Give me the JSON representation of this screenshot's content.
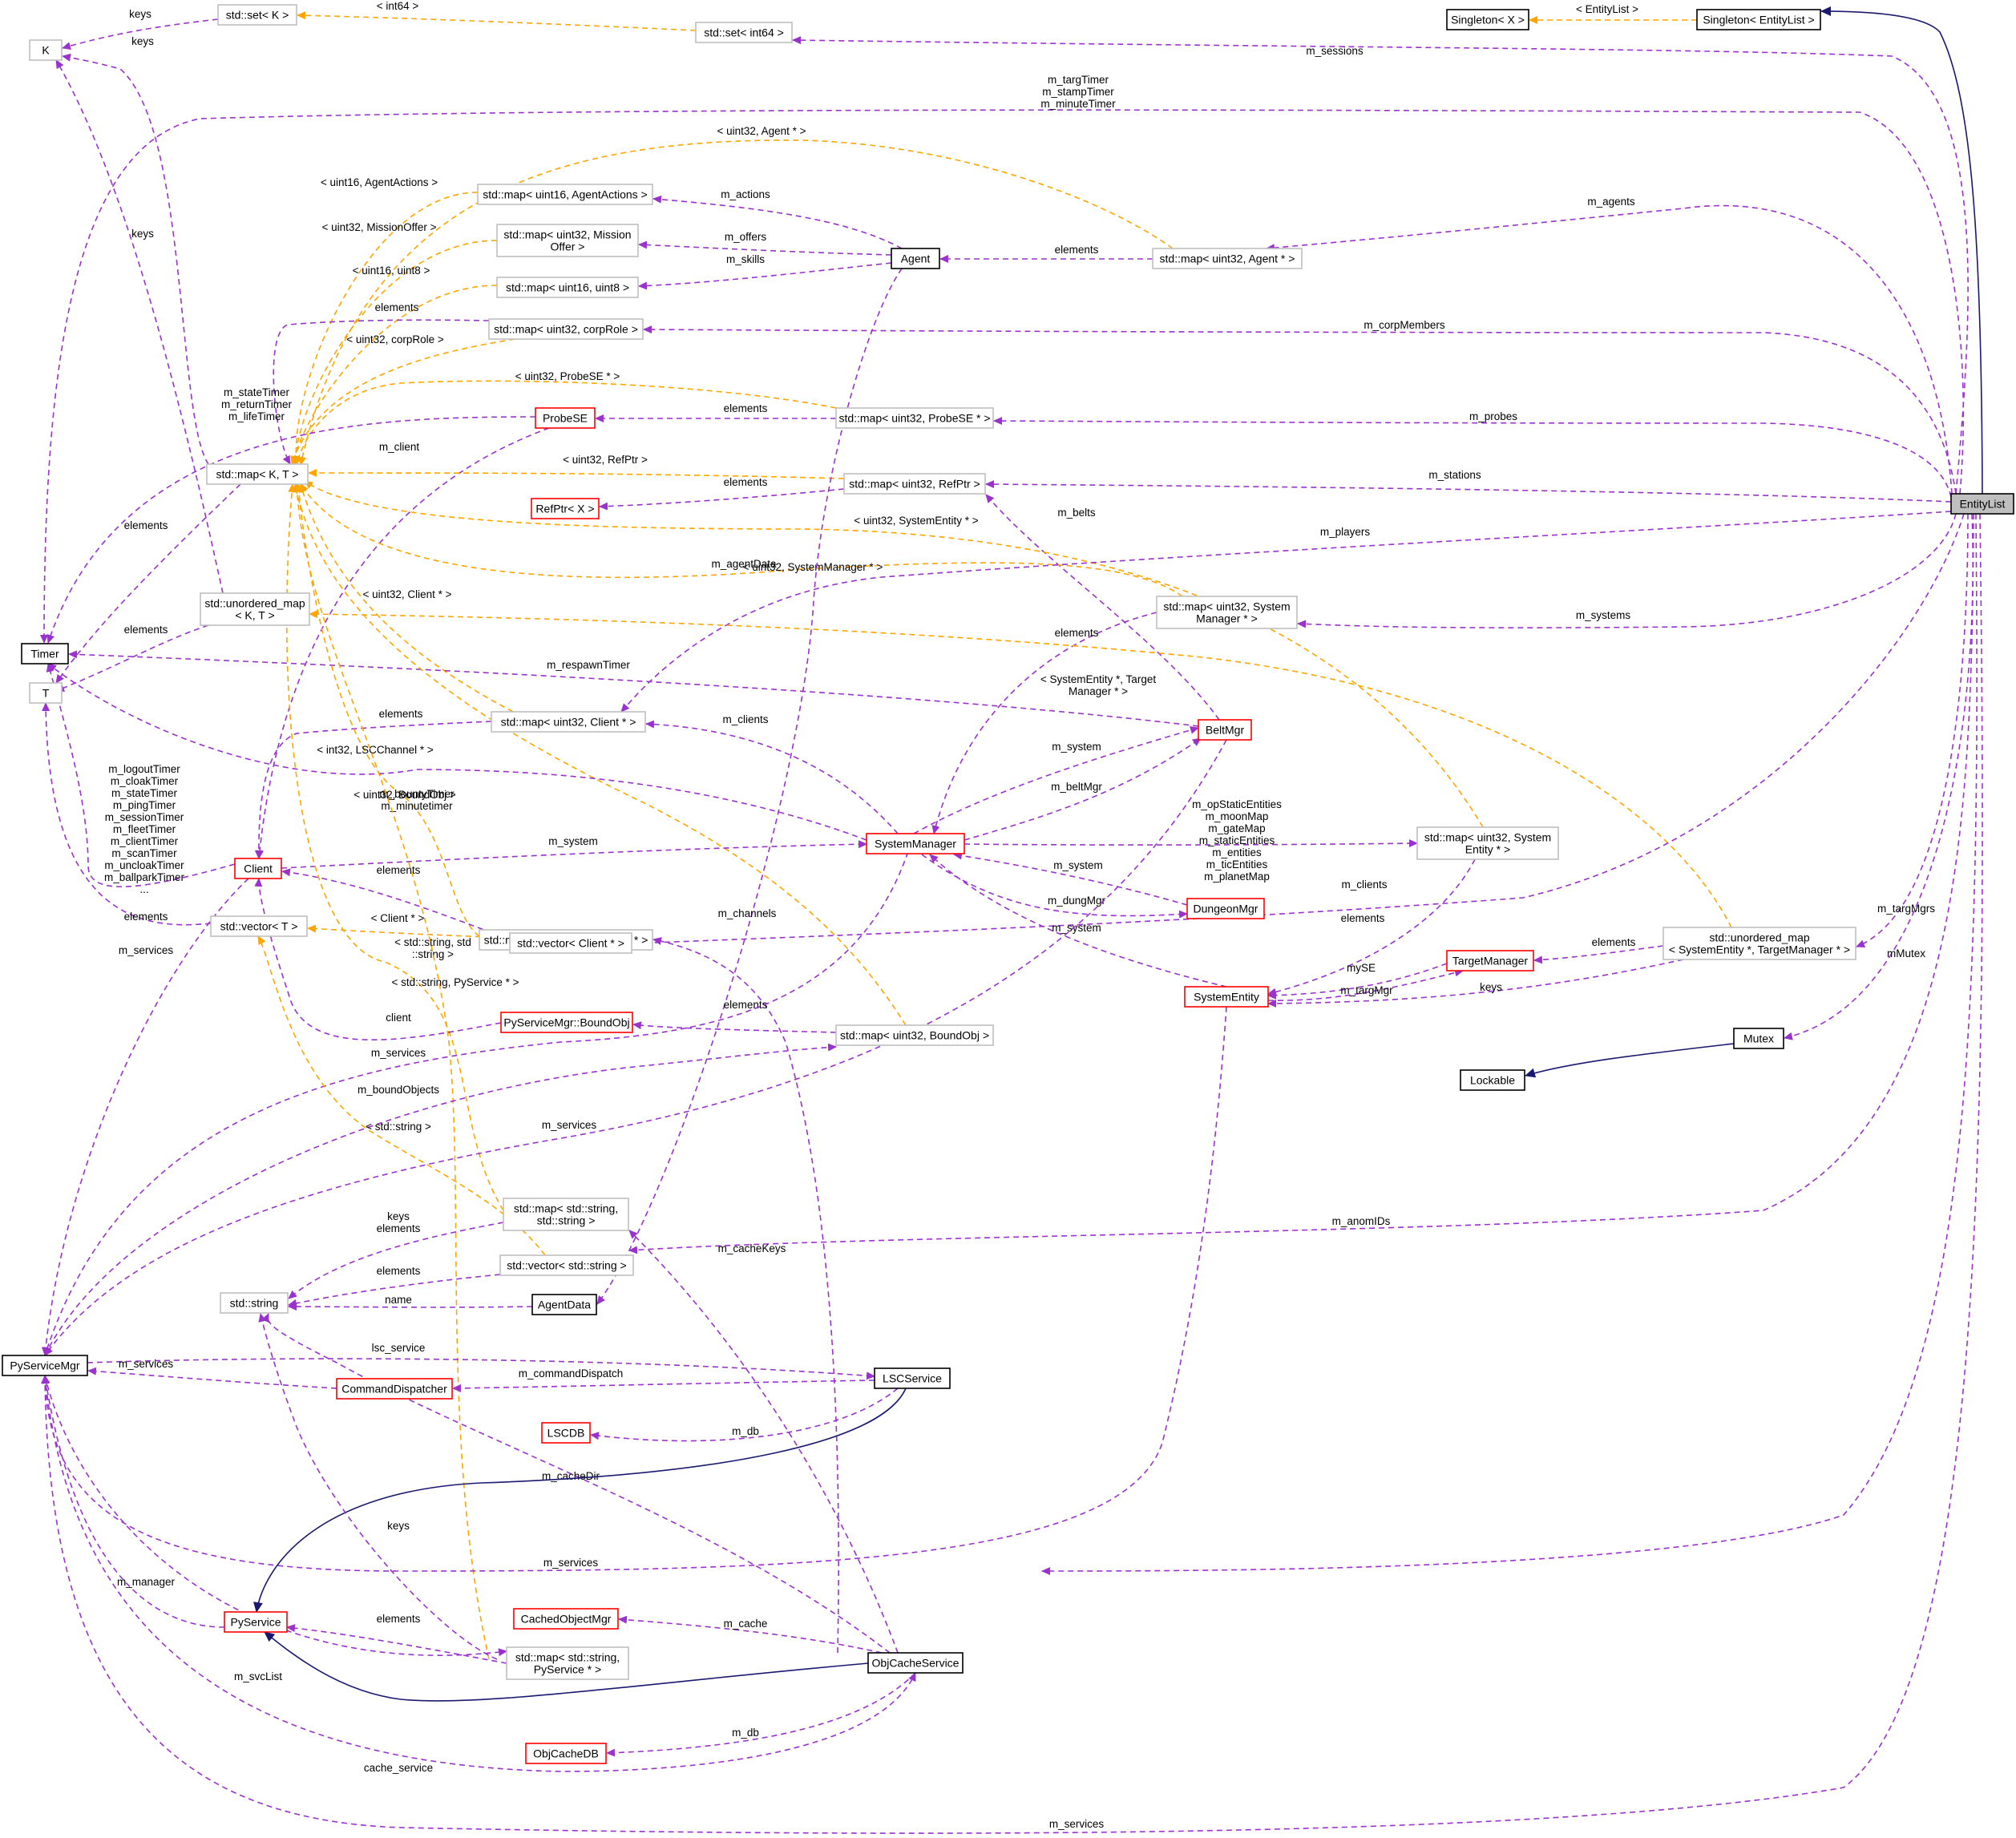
{
  "colors": {
    "usage": "#9a32cd",
    "template": "#ffa500",
    "inherit": "#191970",
    "focus_fill": "#bfbfbf",
    "border_black": "#000000",
    "border_gray": "#bfbfbf",
    "border_red": "#ff0000"
  },
  "nodes": {
    "entitylist": {
      "lines": [
        "EntityList"
      ],
      "kind": "focus"
    },
    "singleton_x": {
      "lines": [
        "Singleton< X >"
      ],
      "kind": "black"
    },
    "singleton_el": {
      "lines": [
        "Singleton< EntityList >"
      ],
      "kind": "black"
    },
    "set_k": {
      "lines": [
        "std::set< K >"
      ],
      "kind": "gray"
    },
    "set_int64": {
      "lines": [
        "std::set< int64 >"
      ],
      "kind": "gray"
    },
    "k": {
      "lines": [
        "K"
      ],
      "kind": "gray"
    },
    "map_u16_actions": {
      "lines": [
        "std::map< uint16, AgentActions >"
      ],
      "kind": "gray"
    },
    "map_u32_mission": {
      "lines": [
        "std::map< uint32, Mission",
        "Offer >"
      ],
      "kind": "gray"
    },
    "map_u16_u8": {
      "lines": [
        "std::map< uint16, uint8 >"
      ],
      "kind": "gray"
    },
    "map_u32_corprole": {
      "lines": [
        "std::map< uint32, corpRole >"
      ],
      "kind": "gray"
    },
    "agent": {
      "lines": [
        "Agent"
      ],
      "kind": "black"
    },
    "map_u32_agent": {
      "lines": [
        "std::map< uint32, Agent * >"
      ],
      "kind": "gray"
    },
    "probese": {
      "lines": [
        "ProbeSE"
      ],
      "kind": "red"
    },
    "map_u32_probese": {
      "lines": [
        "std::map< uint32, ProbeSE * >"
      ],
      "kind": "gray"
    },
    "map_kt": {
      "lines": [
        "std::map< K, T >"
      ],
      "kind": "gray"
    },
    "refptr_x": {
      "lines": [
        "RefPtr< X >"
      ],
      "kind": "red"
    },
    "map_u32_refptr": {
      "lines": [
        "std::map< uint32, RefPtr >"
      ],
      "kind": "gray"
    },
    "unordered_kt": {
      "lines": [
        "std::unordered_map",
        "< K, T >"
      ],
      "kind": "gray"
    },
    "map_u32_sysmgr": {
      "lines": [
        "std::map< uint32, System",
        "Manager * >"
      ],
      "kind": "gray"
    },
    "timer": {
      "lines": [
        "Timer"
      ],
      "kind": "black"
    },
    "t": {
      "lines": [
        "T"
      ],
      "kind": "gray"
    },
    "map_u32_client": {
      "lines": [
        "std::map< uint32, Client * >"
      ],
      "kind": "gray"
    },
    "beltmgr": {
      "lines": [
        "BeltMgr"
      ],
      "kind": "red"
    },
    "systemmanager": {
      "lines": [
        "SystemManager"
      ],
      "kind": "red"
    },
    "map_u32_sysentity": {
      "lines": [
        "std::map< uint32, System",
        "Entity * >"
      ],
      "kind": "gray"
    },
    "client": {
      "lines": [
        "Client"
      ],
      "kind": "red"
    },
    "map_i32_lscchannel": {
      "lines": [
        "std::map< int32, LSCChannel * >"
      ],
      "kind": "gray"
    },
    "dungeonmgr": {
      "lines": [
        "DungeonMgr"
      ],
      "kind": "red"
    },
    "unordered_se_tm": {
      "lines": [
        "std::unordered_map",
        "< SystemEntity *, TargetManager * >"
      ],
      "kind": "gray"
    },
    "vector_t": {
      "lines": [
        "std::vector< T >"
      ],
      "kind": "gray"
    },
    "vector_client": {
      "lines": [
        "std::vector< Client * >"
      ],
      "kind": "gray"
    },
    "targetmanager": {
      "lines": [
        "TargetManager"
      ],
      "kind": "red"
    },
    "pysvcmgr_boundobj": {
      "lines": [
        "PyServiceMgr::BoundObj"
      ],
      "kind": "red"
    },
    "systementity": {
      "lines": [
        "SystemEntity"
      ],
      "kind": "red"
    },
    "map_u32_boundobj": {
      "lines": [
        "std::map< uint32, BoundObj >"
      ],
      "kind": "gray"
    },
    "mutex": {
      "lines": [
        "Mutex"
      ],
      "kind": "black"
    },
    "lockable": {
      "lines": [
        "Lockable"
      ],
      "kind": "black"
    },
    "map_str_str": {
      "lines": [
        "std::map< std::string,",
        "std::string >"
      ],
      "kind": "gray"
    },
    "vector_str": {
      "lines": [
        "std::vector< std::string >"
      ],
      "kind": "gray"
    },
    "string": {
      "lines": [
        "std::string"
      ],
      "kind": "gray"
    },
    "agentdata": {
      "lines": [
        "AgentData"
      ],
      "kind": "black"
    },
    "pyservicemgr": {
      "lines": [
        "PyServiceMgr"
      ],
      "kind": "black"
    },
    "lscservice": {
      "lines": [
        "LSCService"
      ],
      "kind": "black"
    },
    "commanddispatcher": {
      "lines": [
        "CommandDispatcher"
      ],
      "kind": "red"
    },
    "lscdb": {
      "lines": [
        "LSCDB"
      ],
      "kind": "red"
    },
    "pyservice": {
      "lines": [
        "PyService"
      ],
      "kind": "red"
    },
    "cachedobjectmgr": {
      "lines": [
        "CachedObjectMgr"
      ],
      "kind": "red"
    },
    "map_str_pyservice": {
      "lines": [
        "std::map< std::string,",
        "PyService * >"
      ],
      "kind": "gray"
    },
    "objcacheservice": {
      "lines": [
        "ObjCacheService"
      ],
      "kind": "black"
    },
    "objcachedb": {
      "lines": [
        "ObjCacheDB"
      ],
      "kind": "red"
    }
  },
  "edges": {
    "el_singleton": {
      "kind": "inherit",
      "lines": []
    },
    "singleton_tmpl": {
      "kind": "template",
      "lines": [
        "< EntityList >"
      ]
    },
    "set_int64_tmpl": {
      "kind": "template",
      "lines": [
        "< int64 >"
      ]
    },
    "set_k_keys": {
      "kind": "usage",
      "lines": [
        "keys"
      ]
    },
    "m_sessions": {
      "kind": "usage",
      "lines": [
        "m_sessions"
      ]
    },
    "el_timer": {
      "kind": "usage",
      "lines": [
        "m_targTimer",
        "m_stampTimer",
        "m_minuteTimer"
      ]
    },
    "map_kt_keys": {
      "kind": "usage",
      "lines": [
        "keys"
      ]
    },
    "unordered_keys": {
      "kind": "usage",
      "lines": [
        "keys"
      ]
    },
    "tmpl_agent": {
      "kind": "template",
      "lines": [
        "< uint32, Agent * >"
      ]
    },
    "m_agents": {
      "kind": "usage",
      "lines": [
        "m_agents"
      ]
    },
    "agent_elements": {
      "kind": "usage",
      "lines": [
        "elements"
      ]
    },
    "m_actions": {
      "kind": "usage",
      "lines": [
        "m_actions"
      ]
    },
    "m_offers": {
      "kind": "usage",
      "lines": [
        "m_offers"
      ]
    },
    "m_skills": {
      "kind": "usage",
      "lines": [
        "m_skills"
      ]
    },
    "tmpl_actions": {
      "kind": "template",
      "lines": [
        "< uint16, AgentActions >"
      ]
    },
    "tmpl_mission": {
      "kind": "template",
      "lines": [
        "< uint32, MissionOffer >"
      ]
    },
    "tmpl_u8": {
      "kind": "template",
      "lines": [
        "< uint16, uint8 >"
      ]
    },
    "corprole_elements": {
      "kind": "usage",
      "lines": [
        "elements"
      ]
    },
    "tmpl_corprole": {
      "kind": "template",
      "lines": [
        "< uint32, corpRole >"
      ]
    },
    "m_corpmembers": {
      "kind": "usage",
      "lines": [
        "m_corpMembers"
      ]
    },
    "tmpl_probese": {
      "kind": "template",
      "lines": [
        "< uint32, ProbeSE * >"
      ]
    },
    "probese_timer": {
      "kind": "usage",
      "lines": [
        "m_stateTimer",
        "m_returnTimer",
        "m_lifeTimer"
      ]
    },
    "probese_elements": {
      "kind": "usage",
      "lines": [
        "elements"
      ]
    },
    "m_probes": {
      "kind": "usage",
      "lines": [
        "m_probes"
      ]
    },
    "probese_client": {
      "kind": "usage",
      "lines": [
        "m_client"
      ]
    },
    "tmpl_refptr": {
      "kind": "template",
      "lines": [
        "< uint32, RefPtr >"
      ]
    },
    "refptr_elements": {
      "kind": "usage",
      "lines": [
        "elements"
      ]
    },
    "m_stations": {
      "kind": "usage",
      "lines": [
        "m_stations"
      ]
    },
    "m_belts": {
      "kind": "usage",
      "lines": [
        "m_belts"
      ]
    },
    "tmpl_sysentity": {
      "kind": "template",
      "lines": [
        "< uint32, SystemEntity * >"
      ]
    },
    "tmpl_sysmgr": {
      "kind": "template",
      "lines": [
        "< uint32, SystemManager * >"
      ]
    },
    "m_players": {
      "kind": "usage",
      "lines": [
        "m_players"
      ]
    },
    "m_agentdata": {
      "kind": "usage",
      "lines": [
        "m_agentData"
      ]
    },
    "map_kt_elements": {
      "kind": "usage",
      "lines": [
        "elements"
      ]
    },
    "unordered_elements": {
      "kind": "usage",
      "lines": [
        "elements"
      ]
    },
    "tmpl_client": {
      "kind": "template",
      "lines": [
        "< uint32, Client * >"
      ]
    },
    "sysmgr_elements": {
      "kind": "usage",
      "lines": [
        "elements"
      ]
    },
    "m_systems": {
      "kind": "usage",
      "lines": [
        "m_systems"
      ]
    },
    "tmpl_se_tm": {
      "kind": "template",
      "lines": [
        "< SystemEntity *, Target",
        "Manager * >"
      ]
    },
    "m_respawntimer": {
      "kind": "usage",
      "lines": [
        "m_respawnTimer"
      ]
    },
    "client_elements": {
      "kind": "usage",
      "lines": [
        "elements"
      ]
    },
    "m_clients_sm": {
      "kind": "usage",
      "lines": [
        "m_clients"
      ]
    },
    "tmpl_lsc": {
      "kind": "template",
      "lines": [
        "< int32, LSCChannel * >"
      ]
    },
    "tmpl_boundobj": {
      "kind": "template",
      "lines": [
        "< uint32, BoundObj >"
      ]
    },
    "sm_timer": {
      "kind": "usage",
      "lines": [
        "m_bountyTimer",
        "m_minutetimer"
      ]
    },
    "m_system_belt": {
      "kind": "usage",
      "lines": [
        "m_system"
      ]
    },
    "m_beltmgr": {
      "kind": "usage",
      "lines": [
        "m_beltMgr"
      ]
    },
    "sm_entities": {
      "kind": "usage",
      "lines": [
        "m_opStaticEntities",
        "m_moonMap",
        "m_gateMap",
        "m_staticEntities",
        "m_entities",
        "m_ticEntities",
        "m_planetMap"
      ]
    },
    "client_timer": {
      "kind": "usage",
      "lines": [
        "m_logoutTimer",
        "m_cloakTimer",
        "m_stateTimer",
        "m_pingTimer",
        "m_sessionTimer",
        "m_fleetTimer",
        "m_clientTimer",
        "m_scanTimer",
        "m_uncloakTimer",
        "m_ballparkTimer",
        "..."
      ]
    },
    "client_system": {
      "kind": "usage",
      "lines": [
        "m_system"
      ]
    },
    "vector_t_elements": {
      "kind": "usage",
      "lines": [
        "elements"
      ]
    },
    "vector_client_elements": {
      "kind": "usage",
      "lines": [
        "elements"
      ]
    },
    "m_system_dungeon": {
      "kind": "usage",
      "lines": [
        "m_system"
      ]
    },
    "m_dungmgr": {
      "kind": "usage",
      "lines": [
        "m_dungMgr"
      ]
    },
    "m_clients_el": {
      "kind": "usage",
      "lines": [
        "m_clients"
      ]
    },
    "m_channels": {
      "kind": "usage",
      "lines": [
        "m_channels"
      ]
    },
    "tmpl_vector_client": {
      "kind": "template",
      "lines": [
        "< Client * >"
      ]
    },
    "m_system_se": {
      "kind": "usage",
      "lines": [
        "m_system"
      ]
    },
    "se_elements": {
      "kind": "usage",
      "lines": [
        "elements"
      ]
    },
    "tm_elements": {
      "kind": "usage",
      "lines": [
        "elements"
      ]
    },
    "m_targmgrs": {
      "kind": "usage",
      "lines": [
        "m_targMgrs"
      ]
    },
    "mymse": {
      "kind": "usage",
      "lines": [
        "mySE"
      ]
    },
    "m_targmgr": {
      "kind": "usage",
      "lines": [
        "m_targMgr"
      ]
    },
    "se_keys": {
      "kind": "usage",
      "lines": [
        "keys"
      ]
    },
    "tmpl_str_str": {
      "kind": "template",
      "lines": [
        "< std::string, std",
        "::string >"
      ]
    },
    "tmpl_str_pyservice": {
      "kind": "template",
      "lines": [
        "< std::string, PyService * >"
      ]
    },
    "boundobj_elements": {
      "kind": "usage",
      "lines": [
        "elements"
      ]
    },
    "boundobj_client": {
      "kind": "usage",
      "lines": [
        "client"
      ]
    },
    "m_mutex": {
      "kind": "usage",
      "lines": [
        "mMutex"
      ]
    },
    "mutex_lockable": {
      "kind": "inherit",
      "lines": []
    },
    "m_services_boundobj": {
      "kind": "usage",
      "lines": [
        "m_services"
      ]
    },
    "m_boundobjects": {
      "kind": "usage",
      "lines": [
        "m_boundObjects"
      ]
    },
    "tmpl_vector_str": {
      "kind": "template",
      "lines": [
        "< std::string >"
      ]
    },
    "m_services_se": {
      "kind": "usage",
      "lines": [
        "m_services"
      ]
    },
    "m_services_belt": {
      "kind": "usage",
      "lines": [
        "m_services"
      ]
    },
    "m_services_client": {
      "kind": "usage",
      "lines": [
        "m_services"
      ]
    },
    "str_str_keys": {
      "kind": "usage",
      "lines": [
        "keys",
        "elements"
      ]
    },
    "m_anomids": {
      "kind": "usage",
      "lines": [
        "m_anomIDs"
      ]
    },
    "m_cachekeys": {
      "kind": "usage",
      "lines": [
        "m_cacheKeys"
      ]
    },
    "vector_str_elements": {
      "kind": "usage",
      "lines": [
        "elements"
      ]
    },
    "agentdata_name": {
      "kind": "usage",
      "lines": [
        "name"
      ]
    },
    "lsc_service": {
      "kind": "usage",
      "lines": [
        "lsc_service"
      ]
    },
    "m_services_cmd": {
      "kind": "usage",
      "lines": [
        "m_services"
      ]
    },
    "m_commanddispatch": {
      "kind": "usage",
      "lines": [
        "m_commandDispatch"
      ]
    },
    "m_db_lsc": {
      "kind": "usage",
      "lines": [
        "m_db"
      ]
    },
    "m_cachedir": {
      "kind": "usage",
      "lines": [
        "m_cacheDir"
      ]
    },
    "lsc_pyservice": {
      "kind": "inherit",
      "lines": []
    },
    "m_services_el_mid": {
      "kind": "usage",
      "lines": [
        "m_services"
      ]
    },
    "pyservice_keys": {
      "kind": "usage",
      "lines": [
        "keys"
      ]
    },
    "m_manager": {
      "kind": "usage",
      "lines": [
        "m_manager"
      ]
    },
    "pyservice_elements": {
      "kind": "usage",
      "lines": [
        "elements"
      ]
    },
    "m_cache": {
      "kind": "usage",
      "lines": [
        "m_cache"
      ]
    },
    "m_svclist": {
      "kind": "usage",
      "lines": [
        "m_svcList"
      ]
    },
    "objcache_pyservice": {
      "kind": "inherit",
      "lines": []
    },
    "m_db_objcache": {
      "kind": "usage",
      "lines": [
        "m_db"
      ]
    },
    "cache_service": {
      "kind": "usage",
      "lines": [
        "cache_service"
      ]
    },
    "m_services_el_bottom": {
      "kind": "usage",
      "lines": [
        "m_services"
      ]
    }
  }
}
